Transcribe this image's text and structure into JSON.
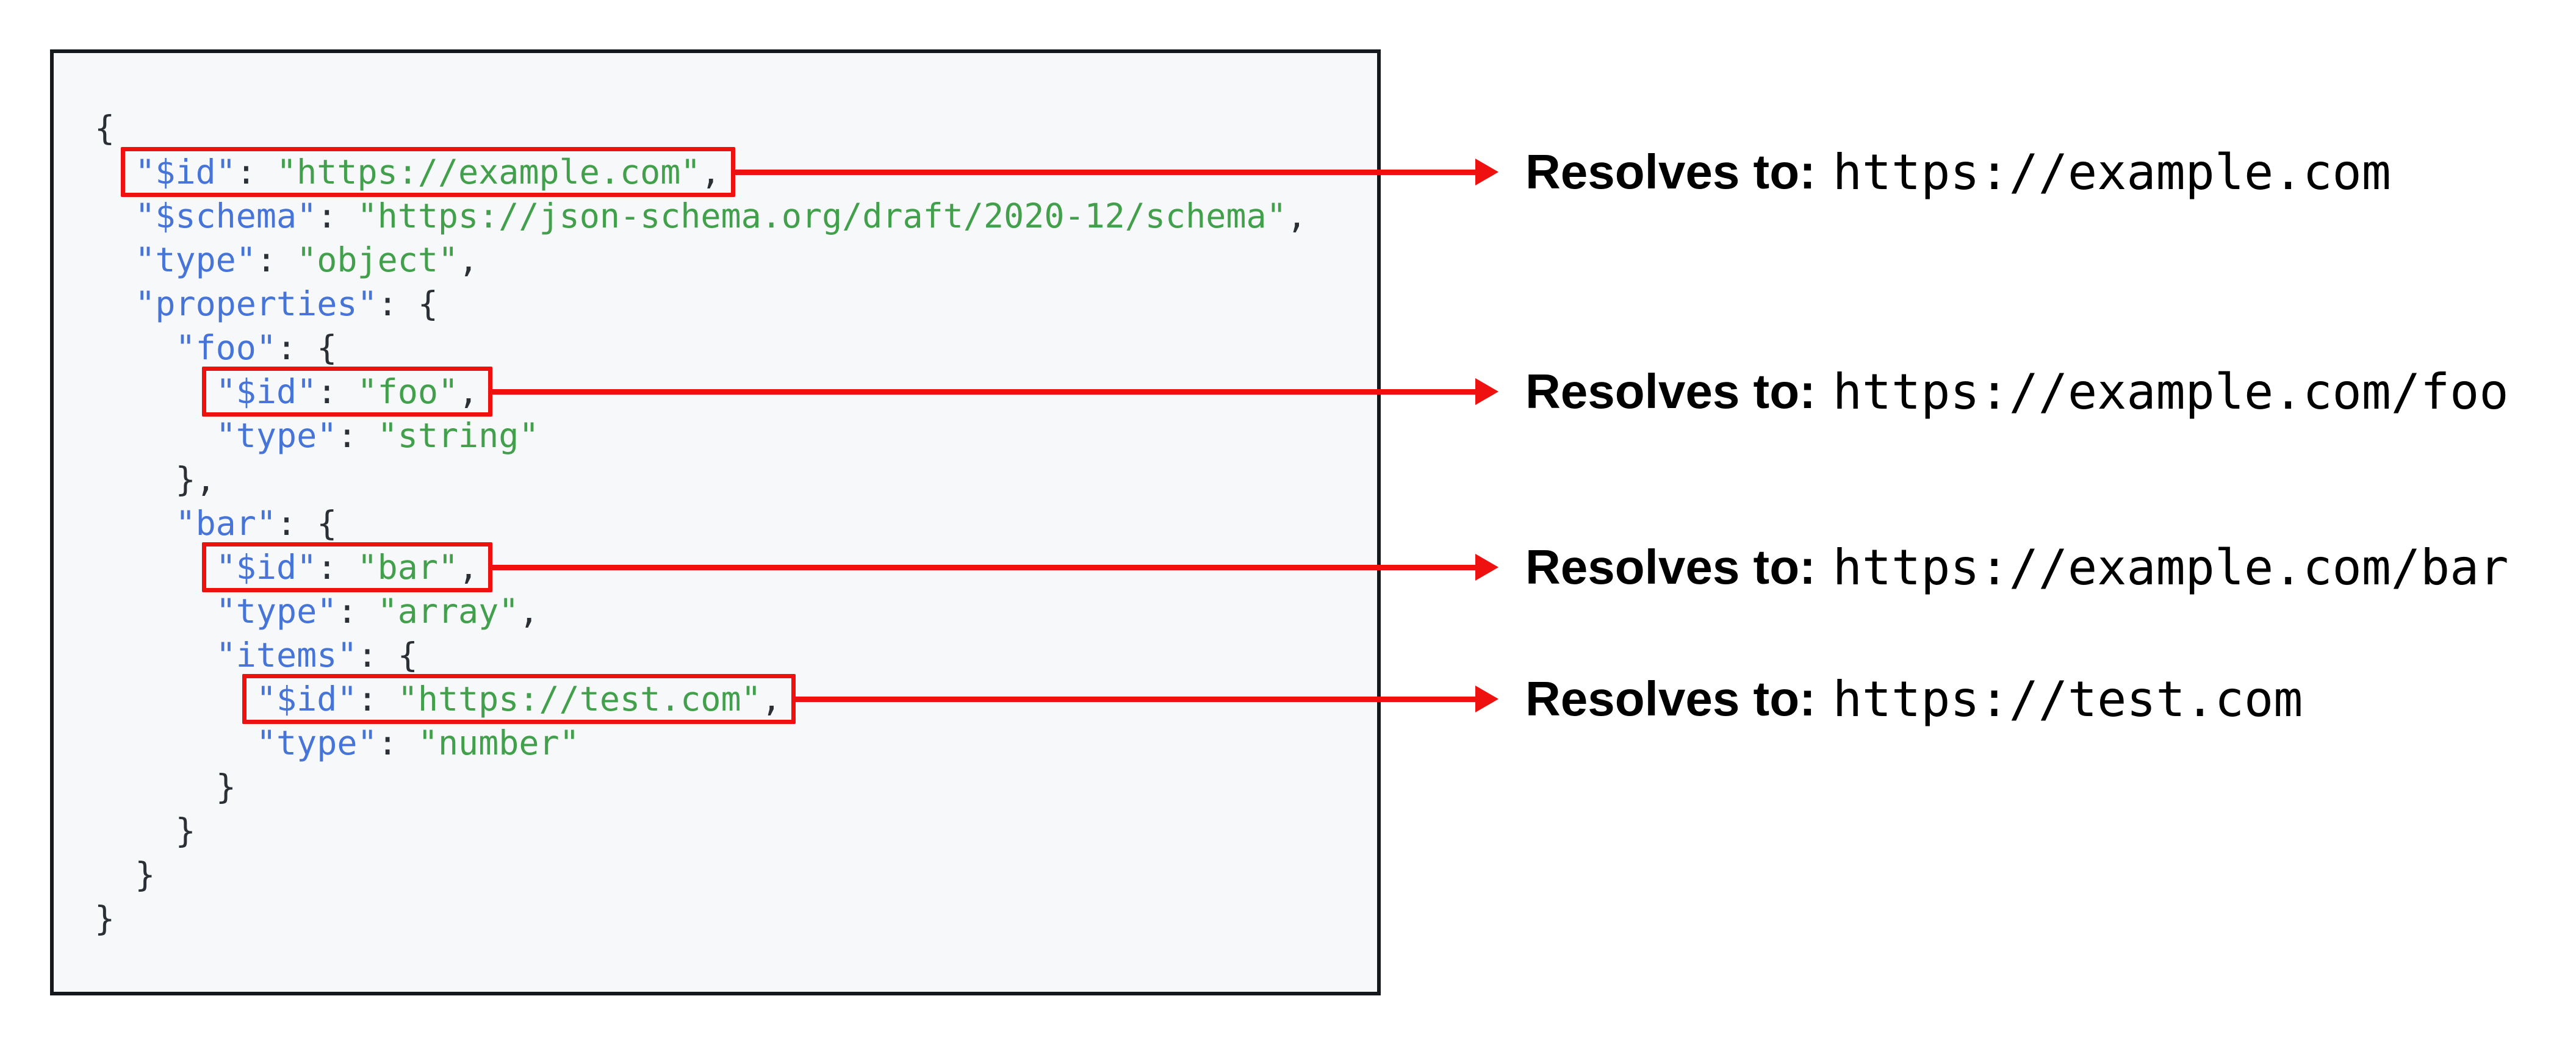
{
  "panel": {
    "background": "#f7f8f9",
    "border_color": "#15181c"
  },
  "colors": {
    "accent_red": "#ef1010",
    "key_blue": "#4674d9",
    "string_green": "#42a04c",
    "punctuation": "#2b2f36",
    "annotation_text": "#000000"
  },
  "code": {
    "language": "json",
    "lines": [
      {
        "indent": "",
        "parts": [
          [
            "pun",
            "{"
          ]
        ]
      },
      {
        "indent": "  ",
        "box": 0,
        "parts": [
          [
            "key",
            "\"$id\""
          ],
          [
            "pun",
            ": "
          ],
          [
            "str",
            "\"https://example.com\""
          ],
          [
            "pun",
            ","
          ]
        ]
      },
      {
        "indent": "  ",
        "parts": [
          [
            "key",
            "\"$schema\""
          ],
          [
            "pun",
            ": "
          ],
          [
            "str",
            "\"https://json-schema.org/draft/2020-12/schema\""
          ],
          [
            "pun",
            ","
          ]
        ]
      },
      {
        "indent": "  ",
        "parts": [
          [
            "key",
            "\"type\""
          ],
          [
            "pun",
            ": "
          ],
          [
            "str",
            "\"object\""
          ],
          [
            "pun",
            ","
          ]
        ]
      },
      {
        "indent": "  ",
        "parts": [
          [
            "key",
            "\"properties\""
          ],
          [
            "pun",
            ": {"
          ]
        ]
      },
      {
        "indent": "    ",
        "parts": [
          [
            "key",
            "\"foo\""
          ],
          [
            "pun",
            ": {"
          ]
        ]
      },
      {
        "indent": "      ",
        "box": 1,
        "parts": [
          [
            "key",
            "\"$id\""
          ],
          [
            "pun",
            ": "
          ],
          [
            "str",
            "\"foo\""
          ],
          [
            "pun",
            ","
          ]
        ]
      },
      {
        "indent": "      ",
        "parts": [
          [
            "key",
            "\"type\""
          ],
          [
            "pun",
            ": "
          ],
          [
            "str",
            "\"string\""
          ]
        ]
      },
      {
        "indent": "    ",
        "parts": [
          [
            "pun",
            "},"
          ]
        ]
      },
      {
        "indent": "    ",
        "parts": [
          [
            "key",
            "\"bar\""
          ],
          [
            "pun",
            ": {"
          ]
        ]
      },
      {
        "indent": "      ",
        "box": 2,
        "parts": [
          [
            "key",
            "\"$id\""
          ],
          [
            "pun",
            ": "
          ],
          [
            "str",
            "\"bar\""
          ],
          [
            "pun",
            ","
          ]
        ]
      },
      {
        "indent": "      ",
        "parts": [
          [
            "key",
            "\"type\""
          ],
          [
            "pun",
            ": "
          ],
          [
            "str",
            "\"array\""
          ],
          [
            "pun",
            ","
          ]
        ]
      },
      {
        "indent": "      ",
        "parts": [
          [
            "key",
            "\"items\""
          ],
          [
            "pun",
            ": {"
          ]
        ]
      },
      {
        "indent": "        ",
        "box": 3,
        "parts": [
          [
            "key",
            "\"$id\""
          ],
          [
            "pun",
            ": "
          ],
          [
            "str",
            "\"https://test.com\""
          ],
          [
            "pun",
            ","
          ]
        ]
      },
      {
        "indent": "        ",
        "parts": [
          [
            "key",
            "\"type\""
          ],
          [
            "pun",
            ": "
          ],
          [
            "str",
            "\"number\""
          ]
        ]
      },
      {
        "indent": "      ",
        "parts": [
          [
            "pun",
            "}"
          ]
        ]
      },
      {
        "indent": "    ",
        "parts": [
          [
            "pun",
            "}"
          ]
        ]
      },
      {
        "indent": "  ",
        "parts": [
          [
            "pun",
            "}"
          ]
        ]
      },
      {
        "indent": "",
        "parts": [
          [
            "pun",
            "}"
          ]
        ]
      }
    ]
  },
  "arrow": {
    "icon": "right-arrow-icon",
    "direction": "right",
    "color": "#ef1010"
  },
  "annotations": [
    {
      "label": "Resolves to:",
      "url": "https://example.com"
    },
    {
      "label": "Resolves to:",
      "url": "https://example.com/foo"
    },
    {
      "label": "Resolves to:",
      "url": "https://example.com/bar"
    },
    {
      "label": "Resolves to:",
      "url": "https://test.com"
    }
  ]
}
